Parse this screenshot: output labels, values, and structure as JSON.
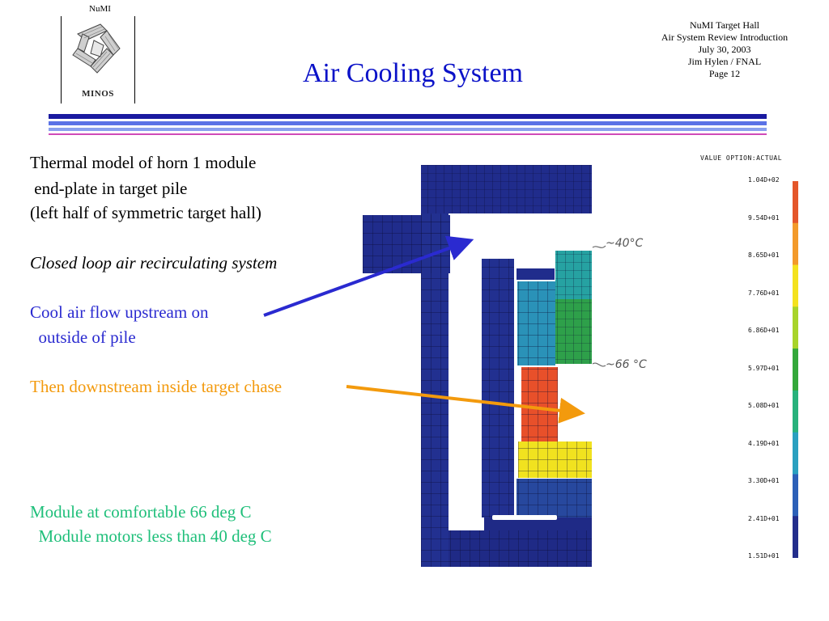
{
  "header": {
    "numi_label": "NuMI",
    "minos_label": "MINOS",
    "title": "Air Cooling System",
    "info_lines": [
      "NuMI Target Hall",
      "Air System Review Introduction",
      "July 30, 2003",
      "Jim Hylen / FNAL",
      "Page 12"
    ]
  },
  "body": {
    "lines": [
      {
        "text": "Thermal model of horn 1 module",
        "color": "#000000",
        "italic": false
      },
      {
        "text": " end-plate in target pile",
        "color": "#000000",
        "italic": false
      },
      {
        "text": "(left half of symmetric target hall)",
        "color": "#000000",
        "italic": false
      },
      {
        "text": "Closed loop air recirculating system",
        "color": "#000000",
        "italic": true
      },
      {
        "text": "Cool air flow upstream on",
        "color": "#2a2ad0",
        "italic": false
      },
      {
        "text": "  outside of pile",
        "color": "#2a2ad0",
        "italic": false
      },
      {
        "text": "Then downstream inside target chase",
        "color": "#f39a0d",
        "italic": false
      },
      {
        "text": "Module at comfortable 66 deg C",
        "color": "#1fbf7a",
        "italic": false
      },
      {
        "text": "  Module motors less than 40 deg C",
        "color": "#1fbf7a",
        "italic": false
      }
    ]
  },
  "figure": {
    "value_option": "VALUE OPTION:ACTUAL",
    "scale_values": [
      "1.04D+02",
      "9.54D+01",
      "8.65D+01",
      "7.76D+01",
      "6.86D+01",
      "5.97D+01",
      "5.08D+01",
      "4.19D+01",
      "3.30D+01",
      "2.41D+01",
      "1.51D+01"
    ],
    "annotation_40": "~40°C",
    "annotation_66": "~66 °C",
    "colorbar_colors": [
      "#e4562a",
      "#f39a2a",
      "#f4e21e",
      "#a8d42a",
      "#34a83a",
      "#28b27c",
      "#2aa0c0",
      "#2c60b8",
      "#232e8c"
    ]
  },
  "colors": {
    "title": "#0b12c8",
    "band_dark": "#1a1aa0",
    "band_light": "#8aa0ee",
    "band_magenta": "#d04ab8",
    "arrow_blue": "#2a2ad0",
    "arrow_orange": "#f39a0d"
  }
}
